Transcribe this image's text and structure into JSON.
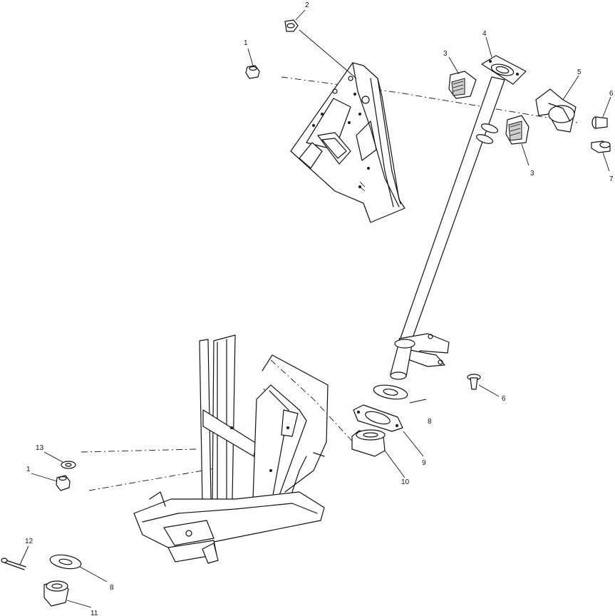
{
  "callouts": [
    {
      "id": "c1a",
      "label": "1"
    },
    {
      "id": "c2",
      "label": "2"
    },
    {
      "id": "c3a",
      "label": "3"
    },
    {
      "id": "c4",
      "label": "4"
    },
    {
      "id": "c5",
      "label": "5"
    },
    {
      "id": "c6a",
      "label": "6"
    },
    {
      "id": "c3b",
      "label": "3"
    },
    {
      "id": "c7",
      "label": "7"
    },
    {
      "id": "c6b",
      "label": "6"
    },
    {
      "id": "c8a",
      "label": "8"
    },
    {
      "id": "c9",
      "label": "9"
    },
    {
      "id": "c10",
      "label": "10"
    },
    {
      "id": "c13",
      "label": "13"
    },
    {
      "id": "c1b",
      "label": "1"
    },
    {
      "id": "c12",
      "label": "12"
    },
    {
      "id": "c8b",
      "label": "8"
    },
    {
      "id": "c11",
      "label": "11"
    }
  ]
}
